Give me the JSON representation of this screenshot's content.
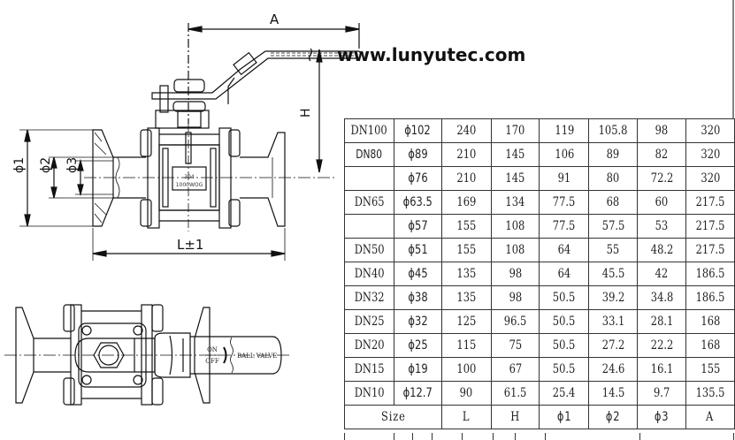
{
  "watermark": "www.lunyutec.com",
  "drawing": {
    "dimension_labels": {
      "A": "A",
      "H": "H",
      "L": "L±1",
      "phi1": "ϕ1",
      "phi2": "ϕ2",
      "phi3": "ϕ3"
    },
    "body_marking": [
      "304",
      "1000WOG"
    ],
    "top_view_labels": {
      "on": "ON",
      "off": "OFF",
      "handle_text": "BALL VALVE"
    }
  },
  "table": {
    "columns": [
      "Size",
      "L",
      "H",
      "ϕ1",
      "ϕ2",
      "ϕ3",
      "A"
    ],
    "header": {
      "size": "Size",
      "L": "L",
      "H": "H",
      "phi1": "ϕ1",
      "phi2": "ϕ2",
      "phi3": "ϕ3",
      "A": "A"
    },
    "rows": [
      {
        "dn": "DN100",
        "od": "ϕ102",
        "L": "240",
        "H": "170",
        "phi1": "119",
        "phi2": "105.8",
        "phi3": "98",
        "A": "320"
      },
      {
        "dn": "DN80",
        "od": "ϕ89",
        "L": "210",
        "H": "145",
        "phi1": "106",
        "phi2": "89",
        "phi3": "82",
        "A": "320"
      },
      {
        "dn": "",
        "od": "ϕ76",
        "L": "210",
        "H": "145",
        "phi1": "91",
        "phi2": "80",
        "phi3": "72.2",
        "A": "320"
      },
      {
        "dn": "DN65",
        "od": "ϕ63.5",
        "L": "169",
        "H": "134",
        "phi1": "77.5",
        "phi2": "68",
        "phi3": "60",
        "A": "217.5"
      },
      {
        "dn": "",
        "od": "ϕ57",
        "L": "155",
        "H": "108",
        "phi1": "77.5",
        "phi2": "57.5",
        "phi3": "53",
        "A": "217.5"
      },
      {
        "dn": "DN50",
        "od": "ϕ51",
        "L": "155",
        "H": "108",
        "phi1": "64",
        "phi2": "55",
        "phi3": "48.2",
        "A": "217.5"
      },
      {
        "dn": "DN40",
        "od": "ϕ45",
        "L": "135",
        "H": "98",
        "phi1": "64",
        "phi2": "45.5",
        "phi3": "42",
        "A": "186.5"
      },
      {
        "dn": "DN32",
        "od": "ϕ38",
        "L": "135",
        "H": "98",
        "phi1": "50.5",
        "phi2": "39.2",
        "phi3": "34.8",
        "A": "186.5"
      },
      {
        "dn": "DN25",
        "od": "ϕ32",
        "L": "125",
        "H": "96.5",
        "phi1": "50.5",
        "phi2": "33.1",
        "phi3": "28.1",
        "A": "168"
      },
      {
        "dn": "DN20",
        "od": "ϕ25",
        "L": "115",
        "H": "75",
        "phi1": "50.5",
        "phi2": "27.2",
        "phi3": "22.2",
        "A": "168"
      },
      {
        "dn": "DN15",
        "od": "ϕ19",
        "L": "100",
        "H": "67",
        "phi1": "50.5",
        "phi2": "24.6",
        "phi3": "16.1",
        "A": "155"
      },
      {
        "dn": "DN10",
        "od": "ϕ12.7",
        "L": "90",
        "H": "61.5",
        "phi1": "25.4",
        "phi2": "14.5",
        "phi3": "9.7",
        "A": "135.5"
      }
    ]
  }
}
